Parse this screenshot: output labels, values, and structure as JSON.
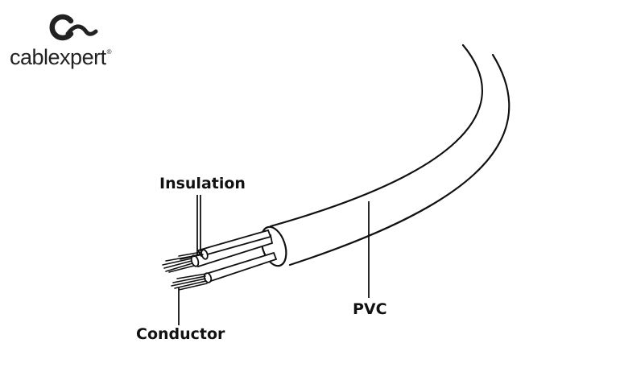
{
  "logo": {
    "text": "cablexpert",
    "registered_mark": "®",
    "icon": "cablexpert-logo-mark"
  },
  "labels": {
    "insulation": "Insulation",
    "pvc": "PVC",
    "conductor": "Conductor"
  },
  "colors": {
    "line": "#111111",
    "background": "#ffffff"
  }
}
